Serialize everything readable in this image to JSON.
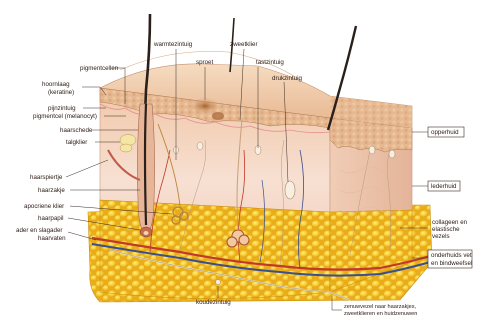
{
  "diagram": {
    "labels": {
      "pigmentcellen": "pigmentcellen",
      "warmtezintuig": "warmtezintuig",
      "zweetklier": "zweetklier",
      "sproet": "sproet",
      "tastzintuig": "tastzintuig",
      "hoornlaag": "hoornlaag",
      "keratine": "(keratine)",
      "pijnzintuig": "pijnzintuig",
      "pigmentcel": "pigmentcel (melanocyt)",
      "drukzintuig": "drukzintuig",
      "haarschede": "haarschede",
      "talgklier": "talgklier",
      "opperhuid": "opperhuid",
      "haarspiertje": "haarspiertje",
      "haarzakje": "haarzakje",
      "lederhuid": "lederhuid",
      "apocriene_klier": "apocriene klier",
      "haarpapil": "haarpapil",
      "ader_en_slagader": "ader en slagader",
      "haarvaten": "haarvaten",
      "collageen": "collageen en",
      "elastische": "elastische",
      "vezels": "vezels",
      "onderhuids_vet": "onderhuids vet",
      "en_bindweefsel": "en bindweefsel",
      "koudezintuig": "koudezintuig",
      "zenuwvezel_1": "zenuwvezel naar haarzakjes,",
      "zenuwvezel_2": "zweetklieren en huidzenuwen"
    },
    "colors": {
      "epidermis": "#e8c49c",
      "dermis": "#f3d6c4",
      "fat": "#f4c430",
      "artery": "#c0392b",
      "vein": "#3a4f8f",
      "hair": "#2a1f1a"
    }
  }
}
